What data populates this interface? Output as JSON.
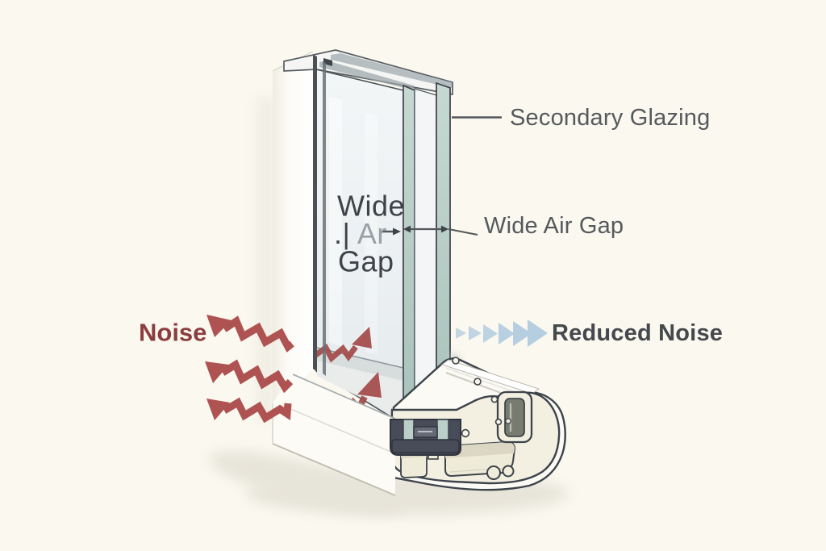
{
  "illustration": {
    "title_context": "Secondary glazing noise reduction diagram",
    "labels": {
      "secondary_glazing": "Secondary Glazing",
      "wide_air_gap": "Wide Air Gap",
      "noise": "Noise",
      "reduced_noise": "Reduced Noise",
      "glass_line1": "Wide",
      "glass_line2_prefix": ".|",
      "glass_line2_text": "Ar",
      "glass_line3": "Gap"
    },
    "colors": {
      "background": "#FAF8EF",
      "label_gray": "#56595D",
      "leader_line": "#53575B",
      "noise_red_text": "#8C3E3E",
      "zigzag_red": "#AE5252",
      "behind_glass_red": "#A34A4A",
      "reduced_noise_dark": "#45494D",
      "triangle_blue": "#B5CEE0",
      "glass_text_dark": "#3E4348",
      "glass_text_light": "#9AA0A5",
      "pane_edge_teal": "#B9CFC8",
      "glass_face": "#EEF2F4",
      "frame_white": "#FBFAF5",
      "frame_cream": "#F3F0E2",
      "gasket_dark": "#474C58",
      "outline_dark": "#3D434A"
    }
  }
}
